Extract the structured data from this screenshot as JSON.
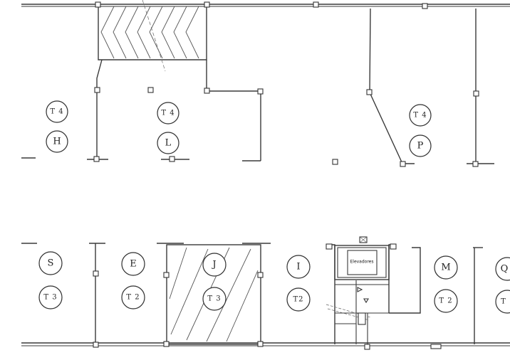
{
  "rooms_top": [
    {
      "letter": "H",
      "tag": "T 4"
    },
    {
      "letter": "L",
      "tag": "T 4"
    },
    {
      "letter": "P",
      "tag": "T 4"
    }
  ],
  "rooms_bottom": [
    {
      "letter": "S",
      "tag": "T 3"
    },
    {
      "letter": "E",
      "tag": "T 2"
    },
    {
      "letter": "J",
      "tag": "T 3"
    },
    {
      "letter": "I",
      "tag": "T2"
    },
    {
      "letter": "M",
      "tag": "T 2"
    },
    {
      "letter": "Q",
      "tag": "T"
    }
  ],
  "elevator": {
    "label": "Elevadores"
  }
}
